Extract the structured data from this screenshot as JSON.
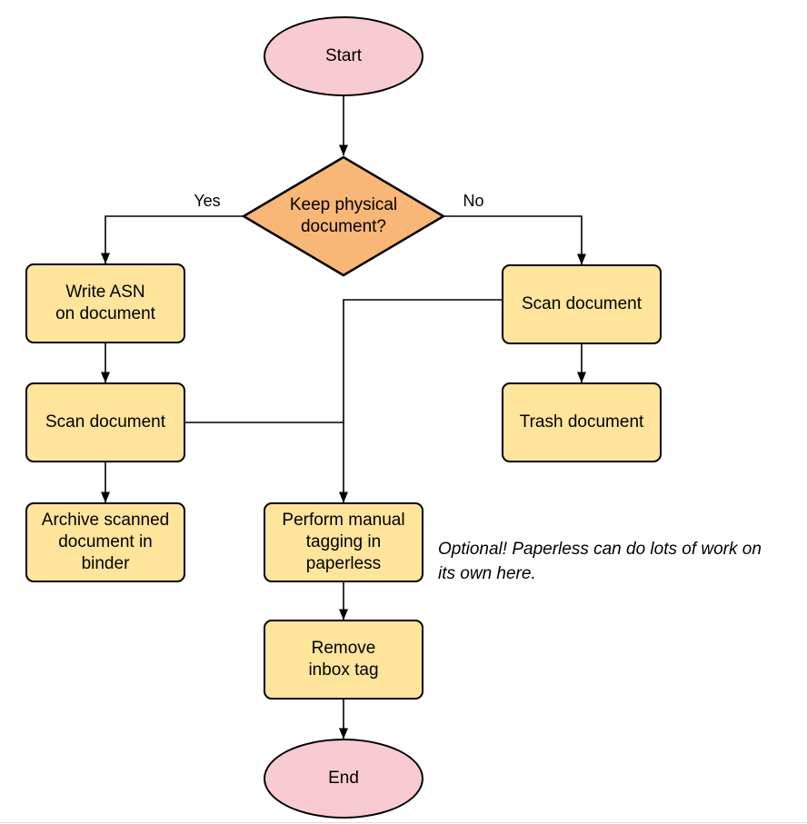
{
  "diagram": {
    "nodes": {
      "start": {
        "label": "Start"
      },
      "decision": {
        "label": "Keep physical\ndocument?"
      },
      "write_asn": {
        "label": "Write ASN\non document"
      },
      "scan_left": {
        "label": "Scan document"
      },
      "archive": {
        "label": "Archive scanned\ndocument in\nbinder"
      },
      "scan_right": {
        "label": "Scan document"
      },
      "trash": {
        "label": "Trash document"
      },
      "tagging": {
        "label": "Perform manual\ntagging in\npaperless"
      },
      "remove_inbox": {
        "label": "Remove\ninbox tag"
      },
      "end": {
        "label": "End"
      }
    },
    "edge_labels": {
      "yes": "Yes",
      "no": "No"
    },
    "annotation": "Optional! Paperless can do lots of work on\nits own here.",
    "colors": {
      "terminal-fill": "#F8CAD1",
      "decision-fill": "#F8B677",
      "process-fill": "#FFE49B",
      "stroke": "#000000",
      "text": "#000000"
    }
  }
}
